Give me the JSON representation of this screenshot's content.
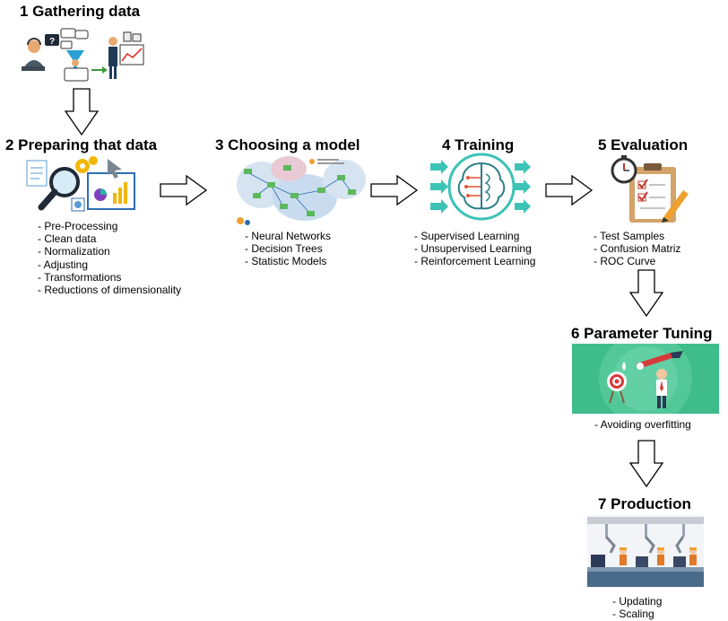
{
  "steps": [
    {
      "title": "1 Gathering data",
      "items": [],
      "icon": "data-gathering-icon"
    },
    {
      "title": "2 Preparing that data",
      "items": [
        "- Pre-Processing",
        "- Clean data",
        "- Normalization",
        "- Adjusting",
        "- Transformations",
        "- Reductions of dimensionality"
      ],
      "icon": "data-analysis-icon"
    },
    {
      "title": "3 Choosing a model",
      "items": [
        "- Neural Networks",
        "- Decision Trees",
        "- Statistic Models"
      ],
      "icon": "model-map-icon"
    },
    {
      "title": "4 Training",
      "items": [
        "- Supervised Learning",
        "- Unsupervised Learning",
        "- Reinforcement Learning"
      ],
      "icon": "brain-icon"
    },
    {
      "title": "5 Evaluation",
      "items": [
        "- Test Samples",
        "- Confusion Matriz",
        "- ROC Curve"
      ],
      "icon": "clipboard-stopwatch-icon"
    },
    {
      "title": "6 Parameter Tuning",
      "items": [
        "- Avoiding overfitting"
      ],
      "icon": "target-tuning-icon"
    },
    {
      "title": "7 Production",
      "items": [
        "- Updating",
        "- Scaling"
      ],
      "icon": "factory-icon"
    }
  ],
  "colors": {
    "tuning_bg": "#3ebd8a",
    "training_teal": "#3cc3b5",
    "arrow_stroke": "#000000"
  }
}
